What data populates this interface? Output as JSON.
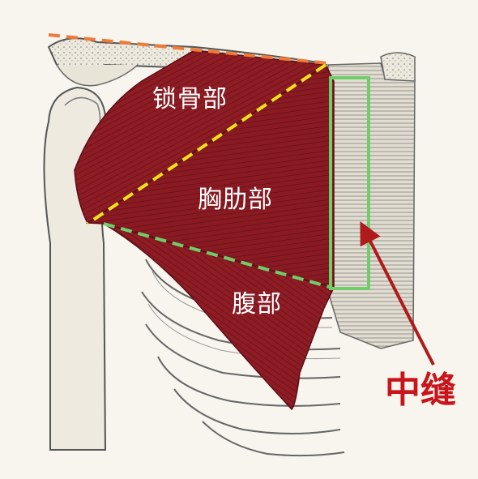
{
  "labels": {
    "clavicular": "锁骨部",
    "sternocostal": "胸肋部",
    "abdominal": "腹部",
    "midline": "中缝"
  },
  "colors": {
    "background": "#f7f5ee",
    "muscle": "#8e1c24",
    "muscle_dark": "#6a0f17",
    "bone_fill": "#eeeae0",
    "bone_line": "#555555",
    "orange_line": "#ef7a3a",
    "yellow_line": "#f2e21a",
    "green_line": "#6fce6a",
    "green_box": "#6fce6a",
    "arrow": "#b01a1a",
    "label_text": "#ffffff",
    "midline_text": "#c8151b"
  }
}
